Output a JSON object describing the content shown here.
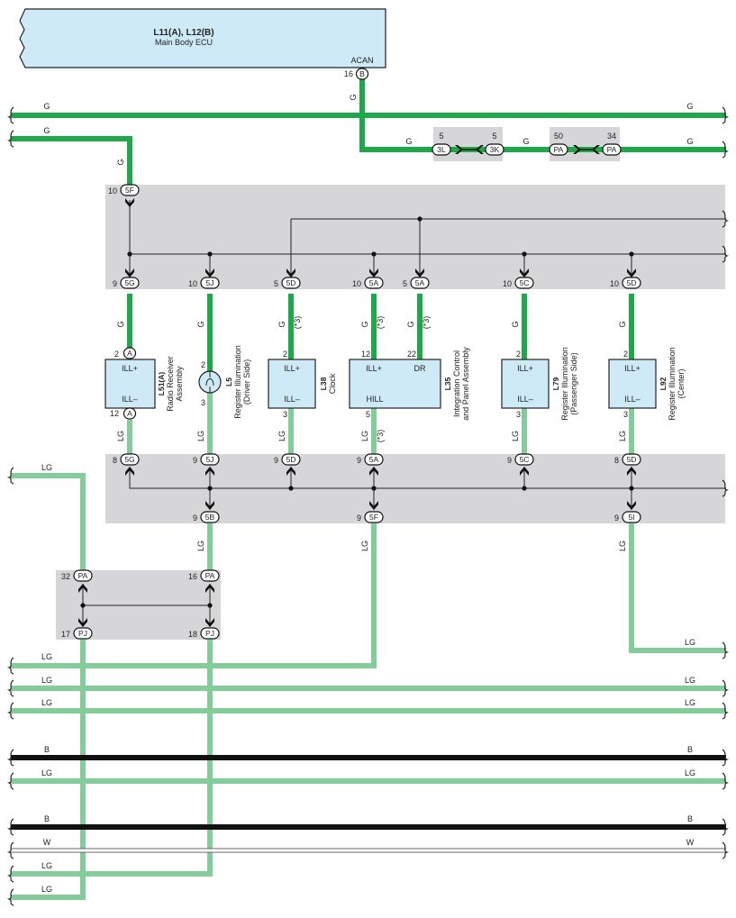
{
  "ecu": {
    "title": "L11(A), L12(B)",
    "subtitle": "Main Body ECU",
    "terminal": "ACAN",
    "pin_num": "16",
    "pin_conn": "B"
  },
  "colors": {
    "green": "#1fa84a",
    "light_green": "#85cc9b",
    "black": "#111111",
    "white_wire": "#ffffff",
    "junction_box": "#d6d6d8",
    "component": "#cdeaf6",
    "component_border": "#222222"
  },
  "top_wires": {
    "g1_left": "G",
    "g1_right": "G",
    "g2_left": "G",
    "ecu_down": "G",
    "branch_left": "G",
    "branch_mid": "G",
    "branch_right": "G",
    "drop_to_5f": "G"
  },
  "top_connectors": [
    {
      "num": "5",
      "conn": "3L"
    },
    {
      "num": "5",
      "conn": "3K"
    },
    {
      "num": "50",
      "conn": "PA"
    },
    {
      "num": "34",
      "conn": "PA"
    }
  ],
  "junction_top": {
    "in": {
      "num": "10",
      "conn": "5F"
    },
    "outs": [
      {
        "num": "9",
        "conn": "5G"
      },
      {
        "num": "10",
        "conn": "5J"
      },
      {
        "num": "5",
        "conn": "5D"
      },
      {
        "num": "10",
        "conn": "5A"
      },
      {
        "num": "5",
        "conn": "5A"
      },
      {
        "num": "10",
        "conn": "5C"
      },
      {
        "num": "10",
        "conn": "5D"
      }
    ]
  },
  "upper_wire_labels": {
    "w1": "G",
    "w2": "G",
    "w3": "G",
    "w3n": "(*3)",
    "w4": "G",
    "w4n": "(*3)",
    "w5": "G",
    "w5n": "(*3)",
    "w6": "G",
    "w7": "G"
  },
  "components": [
    {
      "code": "L51(A)",
      "name_line1": "Radio Receiver",
      "name_line2": "Assembly",
      "top_label": "ILL+",
      "bottom_label": "ILL–",
      "pin_top": "2",
      "pin_top_conn": "A",
      "pin_bottom": "12",
      "pin_bottom_conn": "A"
    },
    {
      "code": "L5",
      "name_line1": "Register Illumination",
      "name_line2": "(Driver Side)",
      "pin_top": "2",
      "pin_bottom": "3"
    },
    {
      "code": "L38",
      "name_line1": "Clock",
      "name_line2": "",
      "top_label": "ILL+",
      "bottom_label": "ILL–",
      "pin_top": "2",
      "pin_bottom": "3"
    },
    {
      "code": "L35",
      "name_line1": "Integration Control",
      "name_line2": "and Panel Assembly",
      "top_label": "ILL+",
      "top_label2": "DR",
      "bottom_label": "HILL",
      "pin_top": "12",
      "pin_top2": "22",
      "pin_bottom": "5"
    },
    {
      "code": "L79",
      "name_line1": "Register Illumination",
      "name_line2": "(Passenger Side)",
      "top_label": "ILL+",
      "bottom_label": "ILL–",
      "pin_top": "2",
      "pin_bottom": "3"
    },
    {
      "code": "L92",
      "name_line1": "Register Illumination",
      "name_line2": "(Center)",
      "top_label": "ILL+",
      "bottom_label": "ILL–",
      "pin_top": "2",
      "pin_bottom": "3"
    }
  ],
  "lower_wire_labels": {
    "w1": "LG",
    "w2": "LG",
    "w3": "LG",
    "w4": "LG",
    "w4n": "(*3)",
    "w5": "LG",
    "w6": "LG"
  },
  "junction_mid": {
    "ins": [
      {
        "num": "8",
        "conn": "5G"
      },
      {
        "num": "9",
        "conn": "5J"
      },
      {
        "num": "9",
        "conn": "5D"
      },
      {
        "num": "9",
        "conn": "5A"
      },
      {
        "num": "9",
        "conn": "5C"
      },
      {
        "num": "8",
        "conn": "5D"
      }
    ],
    "outs": [
      {
        "num": "9",
        "conn": "5B"
      },
      {
        "num": "9",
        "conn": "5F"
      },
      {
        "num": "9",
        "conn": "5I"
      }
    ]
  },
  "mid_wire_labels": {
    "a": "LG",
    "b": "LG",
    "c": "LG",
    "left_in": "LG"
  },
  "junction_low": {
    "ins": [
      {
        "num": "32",
        "conn": "PA"
      },
      {
        "num": "16",
        "conn": "PA"
      }
    ],
    "outs": [
      {
        "num": "17",
        "conn": "PJ"
      },
      {
        "num": "18",
        "conn": "PJ"
      }
    ]
  },
  "bottom_wires": [
    {
      "left": "LG",
      "right": ""
    },
    {
      "left": "",
      "right": "LG"
    },
    {
      "left": "LG",
      "right": "LG"
    },
    {
      "left": "LG",
      "right": "LG"
    },
    {
      "left": "B",
      "right": "B"
    },
    {
      "left": "LG",
      "right": "LG"
    },
    {
      "left": "B",
      "right": "B"
    },
    {
      "left": "W",
      "right": "W"
    },
    {
      "left": "LG",
      "right": ""
    },
    {
      "left": "LG",
      "right": ""
    }
  ]
}
